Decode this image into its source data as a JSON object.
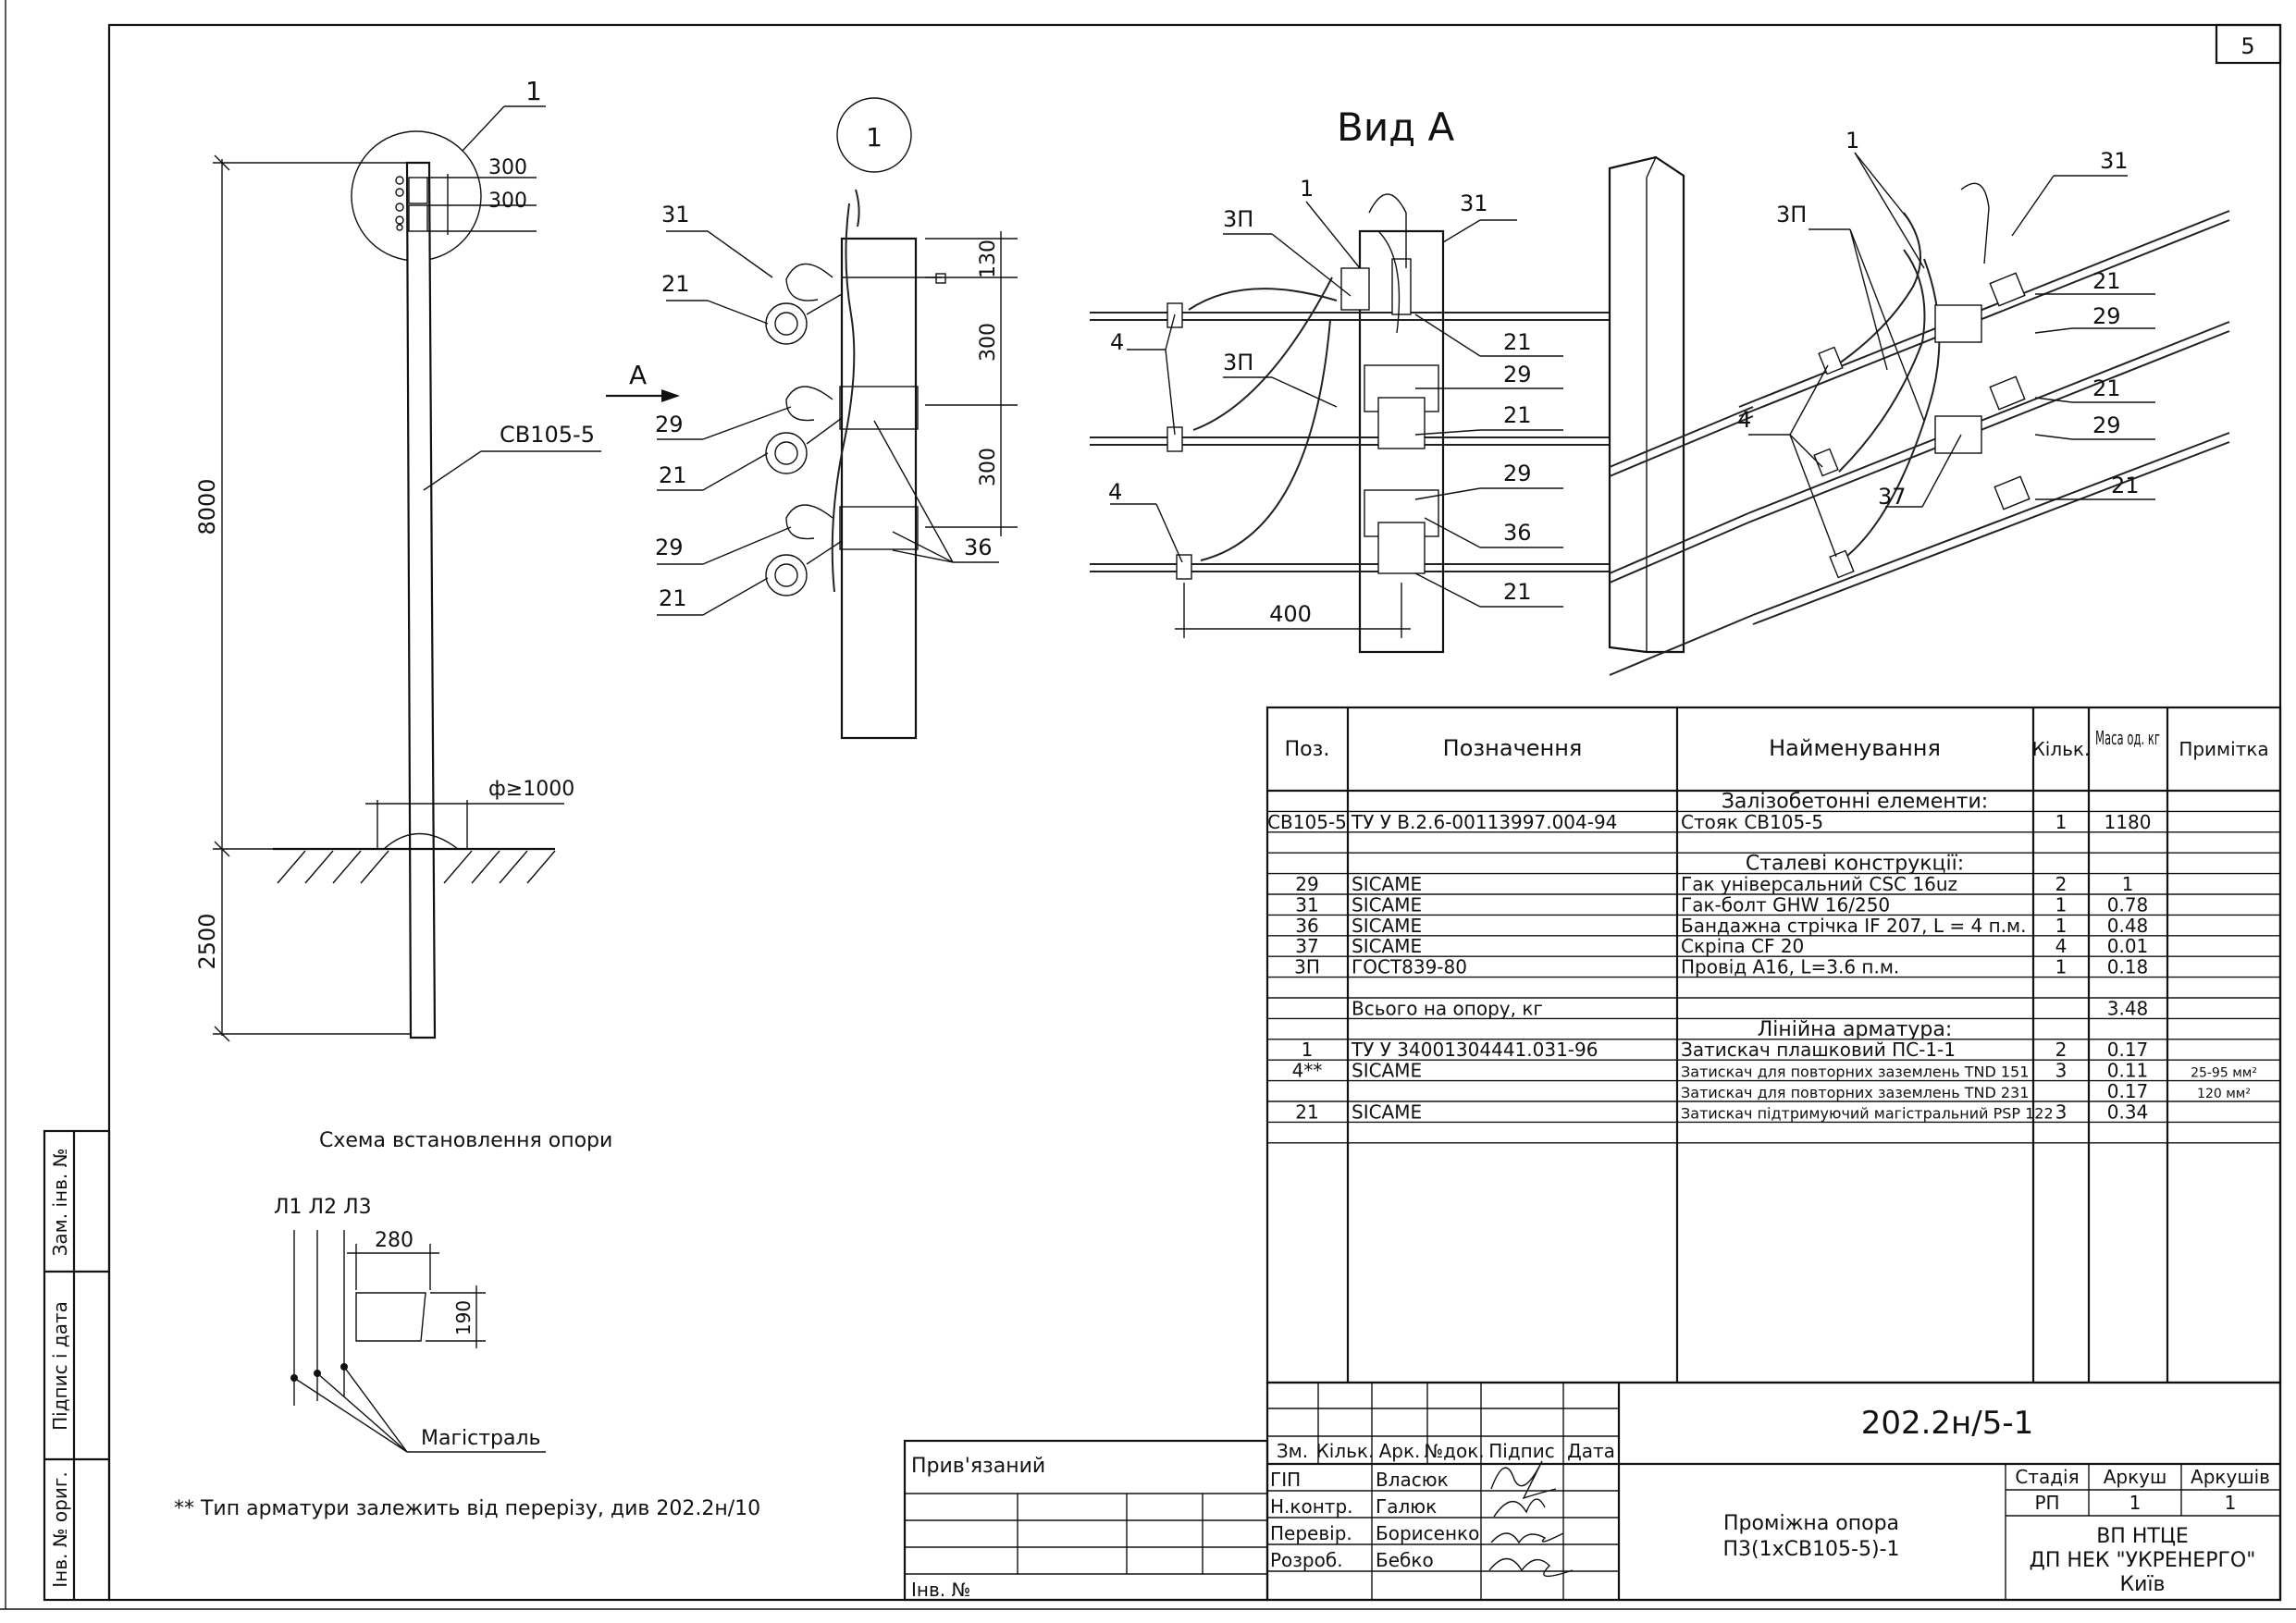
{
  "sheet_number": "5",
  "overview": {
    "callout": "1",
    "dim_top_1": "300",
    "dim_top_2": "300",
    "dim_height": "8000",
    "dim_depth": "2500",
    "pole_label": "СВ105-5",
    "pit_label": "ф≥1000",
    "caption": "Схема встановлення опори"
  },
  "detail1": {
    "callout": "1",
    "arrow_label": "А",
    "labels": [
      "31",
      "21",
      "29",
      "21",
      "29",
      "21"
    ],
    "dims": [
      "130",
      "300",
      "300"
    ],
    "band_label": "36"
  },
  "view_a": {
    "title": "Вид А",
    "labels_left": [
      "1",
      "3П",
      "3П",
      "4",
      "4"
    ],
    "labels_right": [
      "31",
      "21",
      "29",
      "21",
      "29",
      "36",
      "21"
    ],
    "dim": "400"
  },
  "iso": {
    "labels": [
      "1",
      "3П",
      "4",
      "37",
      "31",
      "21",
      "29",
      "21",
      "29",
      "21"
    ]
  },
  "phases": {
    "labels": "Л1 Л2 Л3",
    "dim_w": "280",
    "dim_h": "190",
    "caption": "Магістраль"
  },
  "footnote": "** Тип арматури залежить від перерізу, див 202.2н/10",
  "spec": {
    "headers": [
      "Поз.",
      "Позначення",
      "Найменування",
      "Кільк.",
      "Маса од. кг",
      "Примітка"
    ],
    "rows": [
      {
        "pos": "",
        "des": "",
        "name": "Залізобетонні елементи:",
        "qty": "",
        "mass": "",
        "note": "",
        "section": true
      },
      {
        "pos": "СВ105-5",
        "des": "ТУ У В.2.6-00113997.004-94",
        "name": "Стояк СВ105-5",
        "qty": "1",
        "mass": "1180",
        "note": ""
      },
      {
        "pos": "",
        "des": "",
        "name": "",
        "qty": "",
        "mass": "",
        "note": ""
      },
      {
        "pos": "",
        "des": "",
        "name": "Сталеві конструкції:",
        "qty": "",
        "mass": "",
        "note": "",
        "section": true
      },
      {
        "pos": "29",
        "des": "SICAME",
        "name": "Гак універсальний CSC 16uz",
        "qty": "2",
        "mass": "1",
        "note": ""
      },
      {
        "pos": "31",
        "des": "SICAME",
        "name": "Гак-болт GHW 16/250",
        "qty": "1",
        "mass": "0.78",
        "note": ""
      },
      {
        "pos": "36",
        "des": "SICAME",
        "name": "Бандажна стрічка IF 207, L = 4 п.м.",
        "qty": "1",
        "mass": "0.48",
        "note": ""
      },
      {
        "pos": "37",
        "des": "SICAME",
        "name": "Скріпа CF 20",
        "qty": "4",
        "mass": "0.01",
        "note": ""
      },
      {
        "pos": "3П",
        "des": "ГОСТ839-80",
        "name": "Провід А16, L=3.6 п.м.",
        "qty": "1",
        "mass": "0.18",
        "note": ""
      },
      {
        "pos": "",
        "des": "",
        "name": "",
        "qty": "",
        "mass": "",
        "note": ""
      },
      {
        "pos": "",
        "des": "Всього на опору, кг",
        "name": "",
        "qty": "",
        "mass": "3.48",
        "note": ""
      },
      {
        "pos": "",
        "des": "",
        "name": "Лінійна арматура:",
        "qty": "",
        "mass": "",
        "note": "",
        "section": true
      },
      {
        "pos": "1",
        "des": "ТУ У 34001304441.031-96",
        "name": "Затискач плашковий ПС-1-1",
        "qty": "2",
        "mass": "0.17",
        "note": ""
      },
      {
        "pos": "4**",
        "des": "SICAME",
        "name": "Затискач для повторних заземлень TND 151",
        "qty": "3",
        "mass": "0.11",
        "note": "25-95 мм²"
      },
      {
        "pos": "",
        "des": "",
        "name": "Затискач для повторних заземлень TND 231",
        "qty": "",
        "mass": "0.17",
        "note": "120 мм²"
      },
      {
        "pos": "21",
        "des": "SICAME",
        "name": "Затискач підтримуючий магістральний PSP 122",
        "qty": "3",
        "mass": "0.34",
        "note": ""
      },
      {
        "pos": "",
        "des": "",
        "name": "",
        "qty": "",
        "mass": "",
        "note": ""
      }
    ]
  },
  "title_block": {
    "code": "202.2н/5-1",
    "bound_label": "Прив'язаний",
    "inv_label": "Інв. №",
    "col_heads": [
      "Зм.",
      "Кільк.",
      "Арк.",
      "№док.",
      "Підпис",
      "Дата"
    ],
    "roles": [
      "ГІП",
      "Н.контр.",
      "Перевір.",
      "Розроб."
    ],
    "names": [
      "Власюк",
      "Галюк",
      "Борисенко",
      "Бебко"
    ],
    "object_name_1": "Проміжна опора",
    "object_name_2": "П3(1хСВ105-5)-1",
    "stage_head": "Стадія",
    "sheet_head": "Аркуш",
    "sheets_head": "Аркушів",
    "stage": "РП",
    "sheet": "1",
    "sheets": "1",
    "org_1": "ВП НТЦЕ",
    "org_2": "ДП НЕК \"УКРЕНЕРГО\"",
    "org_3": "Київ"
  },
  "side_stamp": {
    "fields": [
      "Зам. інв. №",
      "Підпис і дата",
      "Інв. № ориг."
    ]
  }
}
